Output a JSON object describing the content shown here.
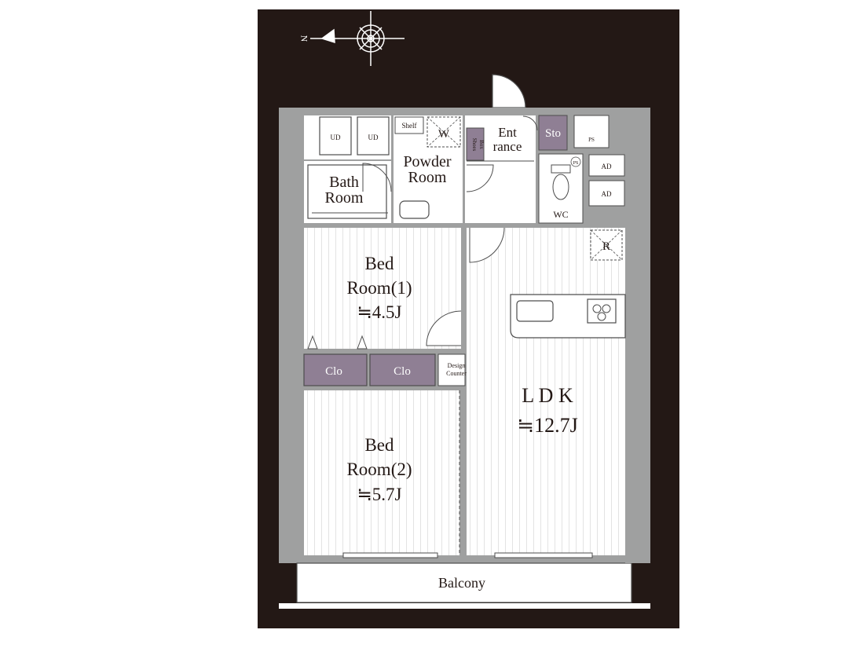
{
  "colors": {
    "frame": "#231815",
    "wall": "#9fa0a0",
    "floor": "#ffffff",
    "line": "#4d4d4d",
    "closet": "#8f7f94",
    "balcony_rail": "#ffffff"
  },
  "compass": {
    "label": "N",
    "icon": "compass-rose-icon"
  },
  "rooms": {
    "ud1": "UD",
    "ud2": "UD",
    "shelf": "Shelf",
    "w": "W",
    "powder_line1": "Powder",
    "powder_line2": "Room",
    "shoes_line1": "Shoes",
    "shoes_line2": "Box",
    "entrance_line1": "Ent",
    "entrance_line2": "rance",
    "sto": "Sto",
    "ps1": "PS",
    "ps2": "PS",
    "ad1": "AD",
    "ad2": "AD",
    "bath_line1": "Bath",
    "bath_line2": "Room",
    "wc": "WC",
    "r": "R",
    "bed1_line1": "Bed",
    "bed1_line2": "Room(1)",
    "bed1_size": "≒4.5J",
    "clo1": "Clo",
    "clo2": "Clo",
    "design_line1": "Design",
    "design_line2": "Counter",
    "ldk_name": "L D K",
    "ldk_size": "≒12.7J",
    "bed2_line1": "Bed",
    "bed2_line2": "Room(2)",
    "bed2_size": "≒5.7J",
    "balcony": "Balcony"
  }
}
